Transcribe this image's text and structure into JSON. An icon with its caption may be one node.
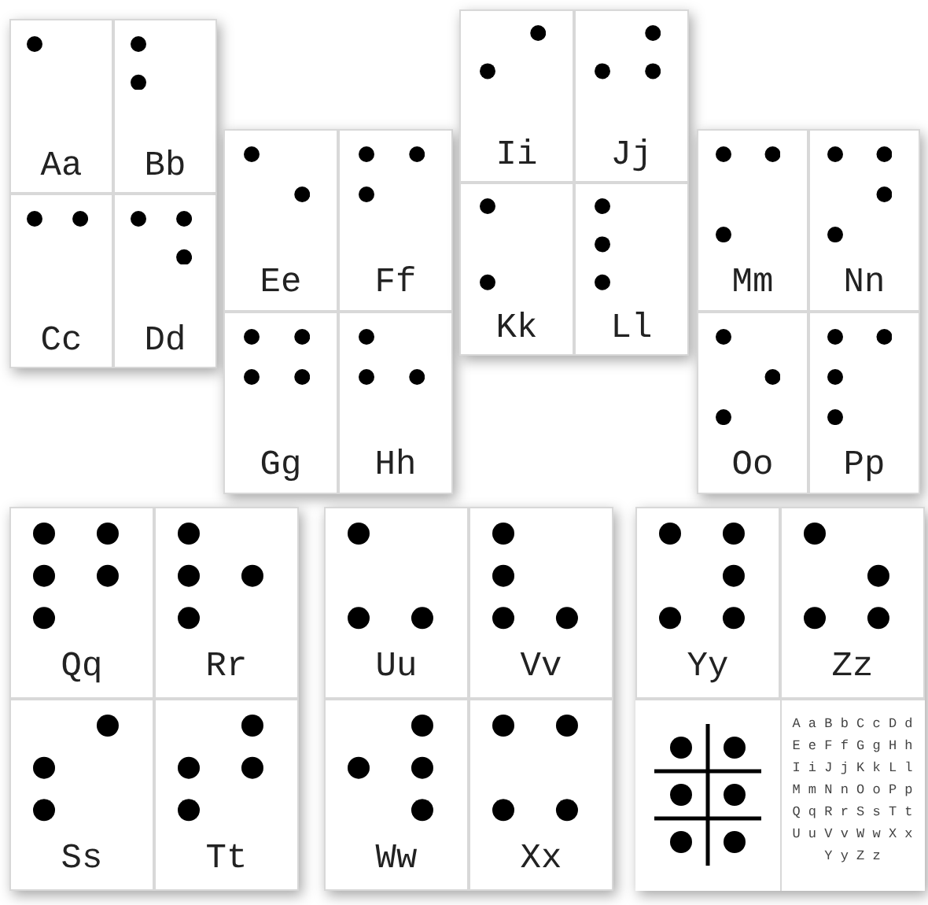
{
  "diagram": {
    "nodes": [
      {
        "text": [
          "Aa"
        ]
      },
      {
        "text": [
          "Bb"
        ]
      },
      {
        "text": [
          "Cc"
        ]
      },
      {
        "text": [
          "Dd"
        ]
      },
      {
        "text": [
          "Ee"
        ]
      },
      {
        "text": [
          "Ff"
        ]
      },
      {
        "text": [
          "Gg"
        ]
      },
      {
        "text": [
          "Hh"
        ]
      },
      {
        "text": [
          "Ii"
        ]
      },
      {
        "text": [
          "Jj"
        ]
      },
      {
        "text": [
          "Kk"
        ]
      },
      {
        "text": [
          "Ll"
        ]
      },
      {
        "text": [
          "Mm"
        ]
      },
      {
        "text": [
          "Nn"
        ]
      },
      {
        "text": [
          "Oo"
        ]
      },
      {
        "text": [
          "Pp"
        ]
      },
      {
        "text": [
          "Qq"
        ]
      },
      {
        "text": [
          "Rr"
        ]
      },
      {
        "text": [
          "Ss"
        ]
      },
      {
        "text": [
          "Tt"
        ]
      },
      {
        "text": [
          "Uu"
        ]
      },
      {
        "text": [
          "Vv"
        ]
      },
      {
        "text": [
          "Ww"
        ]
      },
      {
        "text": [
          "Xx"
        ]
      },
      {
        "text": [
          "Yy"
        ]
      },
      {
        "text": [
          "Zz"
        ]
      }
    ],
    "labels": [
      "A a B b C c D d",
      "E e F f G g H h",
      "I i J j K k L l",
      "M m N n O o P p",
      "Q q R r S s T t",
      "U u V v W w X x",
      "Y y Z z"
    ]
  }
}
